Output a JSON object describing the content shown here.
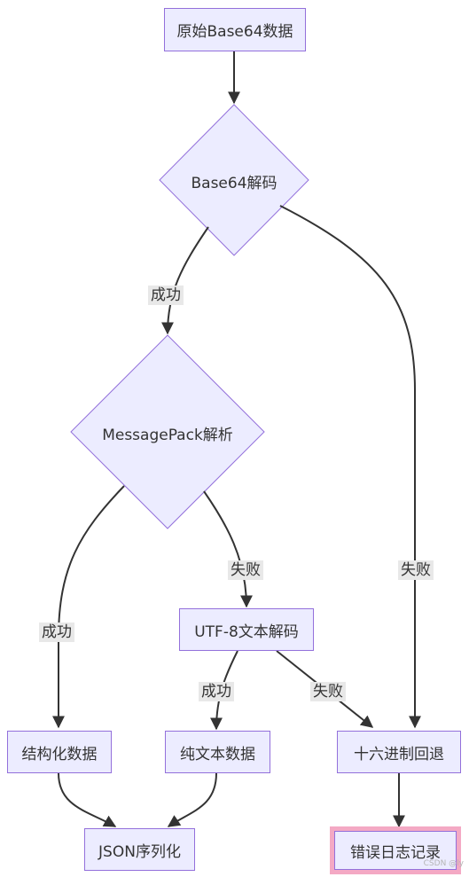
{
  "nodes": {
    "raw_base64": "原始Base64数据",
    "base64_decode": "Base64解码",
    "msgpack_parse": "MessagePack解析",
    "utf8_decode": "UTF-8文本解码",
    "structured_data": "结构化数据",
    "plain_text": "纯文本数据",
    "hex_fallback": "十六进制回退",
    "json_serialize": "JSON序列化",
    "error_log": "错误日志记录"
  },
  "edge_labels": {
    "base64_success": "成功",
    "base64_fail": "失败",
    "msgpack_success": "成功",
    "msgpack_fail": "失败",
    "utf8_success": "成功",
    "utf8_fail": "失败"
  },
  "watermark": "CSDN @ly"
}
